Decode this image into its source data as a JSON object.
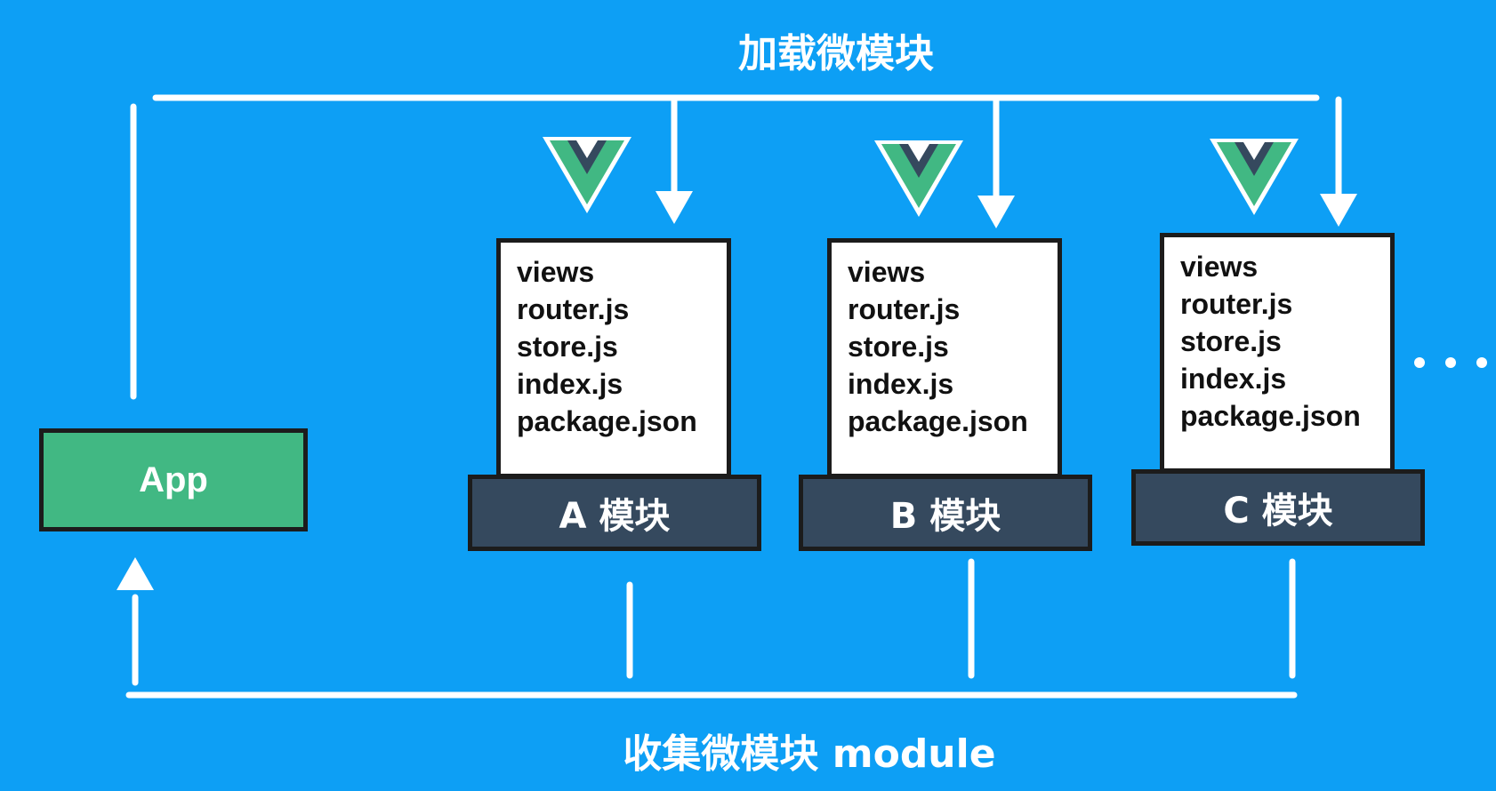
{
  "top_flow": {
    "label": "加载微模块"
  },
  "bottom_flow": {
    "label": "收集微模块 module"
  },
  "app": {
    "label": "App",
    "color": "#41b883"
  },
  "modules": [
    {
      "label": "A 模块",
      "files": [
        "views",
        "router.js",
        "store.js",
        "index.js",
        "package.json"
      ]
    },
    {
      "label": "B 模块",
      "files": [
        "views",
        "router.js",
        "store.js",
        "index.js",
        "package.json"
      ]
    },
    {
      "label": "C 模块",
      "files": [
        "views",
        "router.js",
        "store.js",
        "index.js",
        "package.json"
      ]
    }
  ],
  "more_indicator": "ellipsis-icon",
  "colors": {
    "background": "#0d9ff5",
    "module_label": "#35495e",
    "vue_green": "#41b883",
    "vue_dark": "#35495e",
    "arrow": "#ffffff"
  }
}
